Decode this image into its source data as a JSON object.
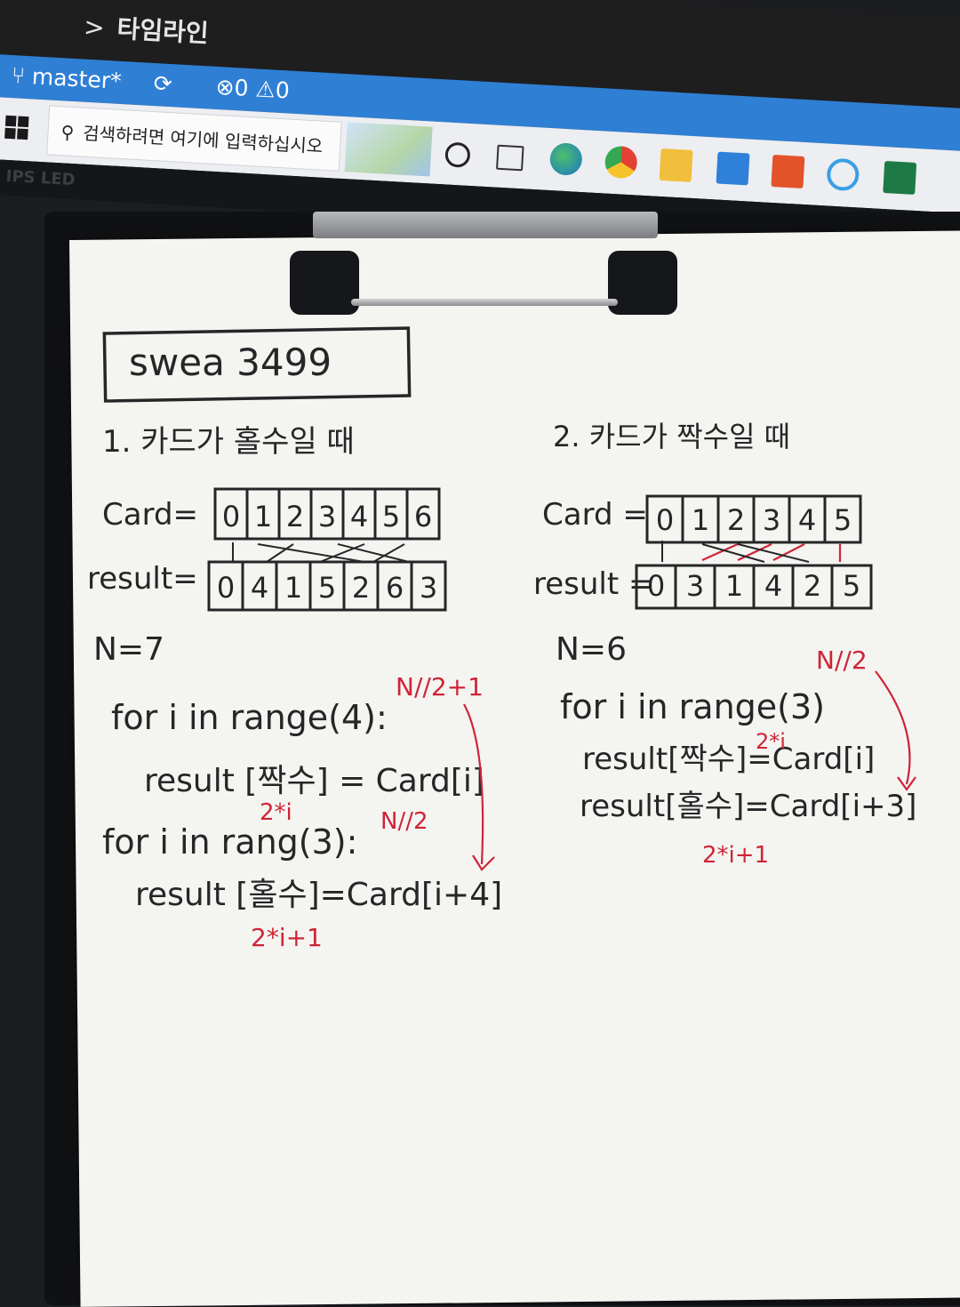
{
  "vscode": {
    "panel_title": "타임라인"
  },
  "statusbar": {
    "branch": "master*",
    "errors": "0",
    "warnings": "0"
  },
  "taskbar": {
    "search_placeholder": "검색하려면 여기에 입력하십시오"
  },
  "monitor": {
    "brand": "IPS LED"
  },
  "icons": [
    "branch-icon",
    "sync-icon",
    "error-icon",
    "warning-icon",
    "windows-start-icon",
    "search-icon",
    "cortana-icon",
    "task-view-icon",
    "edge-icon",
    "chrome-icon",
    "file-explorer-icon",
    "mail-icon",
    "office-icon",
    "ie-icon",
    "excel-icon"
  ],
  "note": {
    "title": "swea 3499",
    "left": {
      "heading": "1. 카드가 홀수일 때",
      "card_label": "Card=",
      "card_values": [
        "0",
        "1",
        "2",
        "3",
        "4",
        "5",
        "6"
      ],
      "result_label": "result=",
      "result_values": [
        "0",
        "4",
        "1",
        "5",
        "2",
        "6",
        "3"
      ],
      "n": "N=7",
      "loop1": "for i in range(4):",
      "loop1_annot": "N//2+1",
      "body1": "result [짝수] = Card[i]",
      "body1_annot": "2*i",
      "loop2": "for i in rang(3):",
      "loop2_annot": "N//2",
      "body2": "result [홀수]=Card[i+4]",
      "body2_annot": "2*i+1"
    },
    "right": {
      "heading": "2. 카드가 짝수일 때",
      "card_label": "Card =",
      "card_values": [
        "0",
        "1",
        "2",
        "3",
        "4",
        "5"
      ],
      "result_label": "result =",
      "result_values": [
        "0",
        "3",
        "1",
        "4",
        "2",
        "5"
      ],
      "n": "N=6",
      "loop1": "for i in range(3)",
      "loop1_annot": "N//2",
      "body1": "result[짝수]=Card[i]",
      "body1_annot": "2*i",
      "body2": "result[홀수]=Card[i+3]",
      "body2_annot": "2*i+1"
    }
  },
  "colors": {
    "ink": "#262628",
    "red_ink": "#cf2438",
    "statusbar": "#2f7fd4",
    "paper": "#f4f4f1"
  }
}
